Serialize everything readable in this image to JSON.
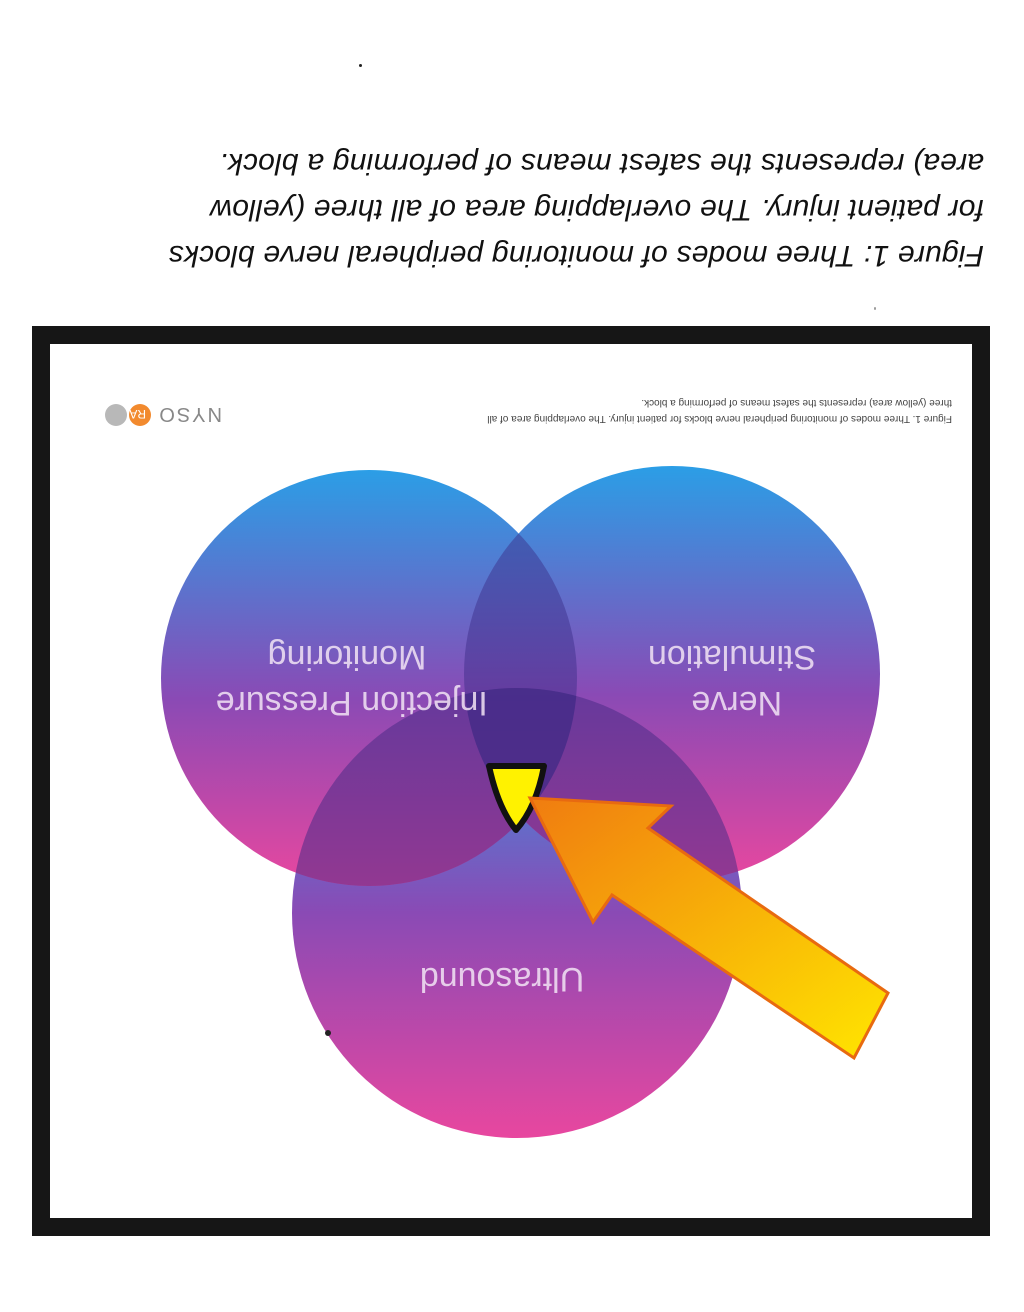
{
  "caption": {
    "lines": [
      "Figure 1: Three modes of monitoring peripheral nerve blocks",
      "for patient injury. The overlapping area of all three (yellow",
      "area) represents the safest means of performing a block."
    ]
  },
  "diagram": {
    "inner_caption_lines": [
      "Figure 1. Three modes of monitoring peripheral nerve blocks for patient injury. The overlapping area of all",
      "three (yellow area) represents the safest means of performing a block."
    ],
    "logo": {
      "prefix": "NYSO",
      "suffix": "RA"
    },
    "circles": {
      "ultrasound": {
        "label_lines": [
          "Ultrasound"
        ]
      },
      "nerve_stimulation": {
        "label_lines": [
          "Nerve",
          "Stimulation"
        ]
      },
      "injection_pressure": {
        "label_lines": [
          "Injection Pressure",
          "Monitoring"
        ]
      }
    },
    "colors": {
      "circle_top": "#e8479f",
      "circle_mid": "#8a4ab5",
      "circle_bottom": "#2b9ee6",
      "overlap": "#4b2c86",
      "highlight": "#fff200",
      "arrow_start": "#ffe600",
      "arrow_end": "#f07c10"
    }
  }
}
